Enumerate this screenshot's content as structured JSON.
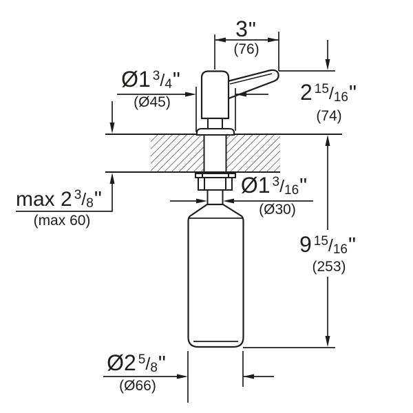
{
  "drawing": {
    "subject": "soap-dispenser-installation-dimension-drawing",
    "line_color": "#1d1d1b",
    "background": "#ffffff"
  },
  "dims": {
    "spout_reach": {
      "value": "3",
      "sup": "",
      "slash": "",
      "sub": "",
      "unit": "\"",
      "mm": "(76)"
    },
    "height_above_deck": {
      "value": "2",
      "sup": "15",
      "slash": "/",
      "sub": "16",
      "unit": "\"",
      "mm": "(74)"
    },
    "flange_diameter": {
      "value": "Ø1",
      "sup": "3",
      "slash": "/",
      "sub": "4",
      "unit": "\"",
      "mm": "(Ø45)"
    },
    "max_deck_thickness": {
      "value": "max 2",
      "sup": "3",
      "slash": "/",
      "sub": "8",
      "unit": "\"",
      "mm": "(max 60)"
    },
    "shank_diameter": {
      "value": "Ø1",
      "sup": "3",
      "slash": "/",
      "sub": "16",
      "unit": "\"",
      "mm": "(Ø30)"
    },
    "height_below_deck": {
      "value": "9",
      "sup": "15",
      "slash": "/",
      "sub": "16",
      "unit": "\"",
      "mm": "(253)"
    },
    "bottle_diameter": {
      "value": "Ø2",
      "sup": "5",
      "slash": "/",
      "sub": "8",
      "unit": "\"",
      "mm": "(Ø66)"
    }
  }
}
